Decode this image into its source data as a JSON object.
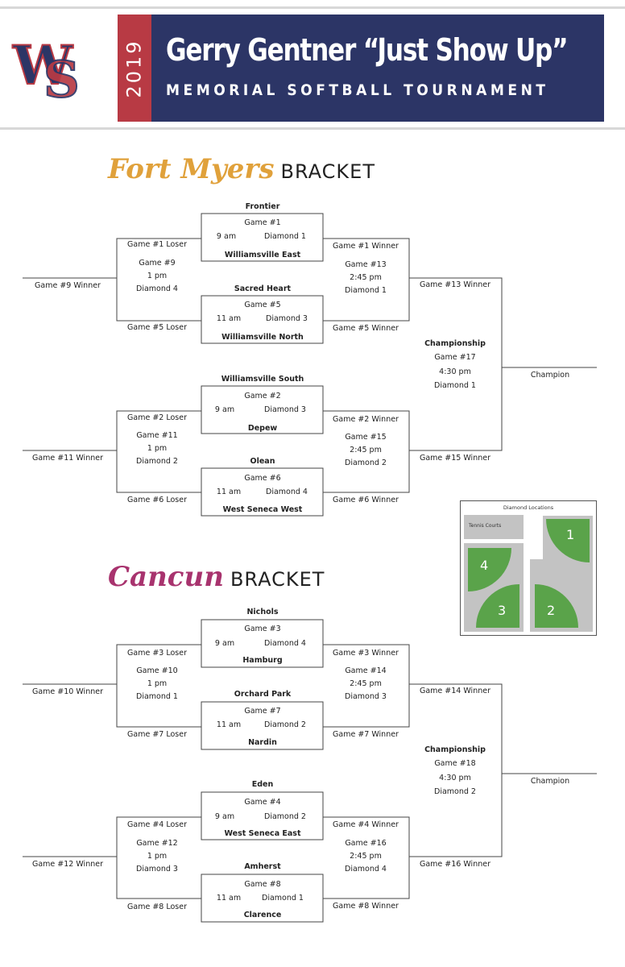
{
  "header": {
    "year": "2019",
    "title_line1": "Gerry Gentner “Just Show Up”",
    "title_line2": "MEMORIAL SOFTBALL TOURNAMENT",
    "logo_text": "WS",
    "colors": {
      "navy": "#2c3566",
      "red": "#b83a44"
    }
  },
  "brackets": [
    {
      "name": "Fort Myers",
      "word": "BRACKET",
      "color": "#e0a13b",
      "team1": "Frontier",
      "team2": "Williamsville East",
      "team3": "Sacred Heart",
      "team4": "Williamsville North",
      "team5": "Williamsville South",
      "team6": "Depew",
      "team7": "Olean",
      "team8": "West Seneca West",
      "g1": "Game #1",
      "g1_time": "9 am",
      "g1_dia": "Diamond 1",
      "g2": "Game #5",
      "g2_time": "11 am",
      "g2_dia": "Diamond 3",
      "g3": "Game #2",
      "g3_time": "9 am",
      "g3_dia": "Diamond 3",
      "g4": "Game #6",
      "g4_time": "11 am",
      "g4_dia": "Diamond 4",
      "l1": "Game #1 Loser",
      "l2": "Game #5 Loser",
      "l3": "Game #2 Loser",
      "l4": "Game #6 Loser",
      "w1": "Game #1 Winner",
      "w2": "Game #5 Winner",
      "w3": "Game #2 Winner",
      "w4": "Game #6 Winner",
      "cons1": "Game #9",
      "cons1_time": "1 pm",
      "cons1_dia": "Diamond 4",
      "cons2": "Game #11",
      "cons2_time": "1 pm",
      "cons2_dia": "Diamond 2",
      "cons1_win": "Game #9 Winner",
      "cons2_win": "Game #11 Winner",
      "semi1": "Game #13",
      "semi1_time": "2:45 pm",
      "semi1_dia": "Diamond 1",
      "semi2": "Game #15",
      "semi2_time": "2:45 pm",
      "semi2_dia": "Diamond 2",
      "semi1_win": "Game #13 Winner",
      "semi2_win": "Game #15 Winner",
      "champ_label": "Championship",
      "champ": "Game #17",
      "champ_time": "4:30 pm",
      "champ_dia": "Diamond 1",
      "champion": "Champion"
    },
    {
      "name": "Cancun",
      "word": "BRACKET",
      "color": "#a8336e",
      "team1": "Nichols",
      "team2": "Hamburg",
      "team3": "Orchard Park",
      "team4": "Nardin",
      "team5": "Eden",
      "team6": "West Seneca East",
      "team7": "Amherst",
      "team8": "Clarence",
      "g1": "Game #3",
      "g1_time": "9 am",
      "g1_dia": "Diamond 4",
      "g2": "Game #7",
      "g2_time": "11 am",
      "g2_dia": "Diamond 2",
      "g3": "Game #4",
      "g3_time": "9 am",
      "g3_dia": "Diamond 2",
      "g4": "Game #8",
      "g4_time": "11 am",
      "g4_dia": "Diamond 1",
      "l1": "Game #3 Loser",
      "l2": "Game #7 Loser",
      "l3": "Game #4 Loser",
      "l4": "Game #8 Loser",
      "w1": "Game #3 Winner",
      "w2": "Game #7 Winner",
      "w3": "Game #4 Winner",
      "w4": "Game #8 Winner",
      "cons1": "Game #10",
      "cons1_time": "1 pm",
      "cons1_dia": "Diamond 1",
      "cons2": "Game #12",
      "cons2_time": "1 pm",
      "cons2_dia": "Diamond 3",
      "cons1_win": "Game #10 Winner",
      "cons2_win": "Game #12 Winner",
      "semi1": "Game #14",
      "semi1_time": "2:45 pm",
      "semi1_dia": "Diamond 3",
      "semi2": "Game #16",
      "semi2_time": "2:45 pm",
      "semi2_dia": "Diamond 4",
      "semi1_win": "Game #14 Winner",
      "semi2_win": "Game #16 Winner",
      "champ_label": "Championship",
      "champ": "Game #18",
      "champ_time": "4:30 pm",
      "champ_dia": "Diamond 2",
      "champion": "Champion"
    }
  ],
  "map": {
    "title": "Diamond Locations",
    "tennis": "Tennis Courts",
    "d1": "1",
    "d2": "2",
    "d3": "3",
    "d4": "4",
    "field_color": "#5aa34a"
  }
}
